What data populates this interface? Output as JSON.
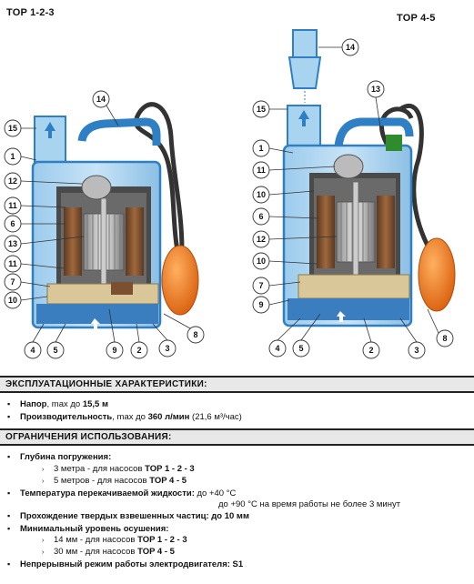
{
  "diagram": {
    "title_left": "TOP 1-2-3",
    "title_right": "TOP 4-5",
    "callouts_left": [
      "15",
      "1",
      "12",
      "11",
      "6",
      "13",
      "11",
      "7",
      "10",
      "14",
      "4",
      "5",
      "9",
      "2",
      "3",
      "8"
    ],
    "callouts_right": [
      "14",
      "13",
      "15",
      "1",
      "11",
      "10",
      "6",
      "12",
      "10",
      "7",
      "9",
      "4",
      "5",
      "2",
      "3",
      "8"
    ]
  },
  "section1": {
    "heading": "ЭКСПЛУАТАЦИОННЫЕ   ХАРАКТЕРИСТИКИ:",
    "items": [
      {
        "label": "Напор",
        "value_prefix": ", max до ",
        "value_bold": "15,5 м",
        "value_suffix": ""
      },
      {
        "label": "Производительность",
        "value_prefix": ", max до ",
        "value_bold": "360 л/мин",
        "value_suffix": " (21,6 м³/час)"
      }
    ]
  },
  "section2": {
    "heading": "ОГРАНИЧЕНИЯ  ИСПОЛЬЗОВАНИЯ:",
    "depth": {
      "label": "Глубина погружения:",
      "lines": [
        {
          "text": "3 метра  - для насосов ",
          "bold": "TOP 1 - 2 - 3"
        },
        {
          "text": "5 метров - для насосов ",
          "bold": "TOP 4 - 5"
        }
      ]
    },
    "temp": {
      "label": "Температура перекачиваемой жидкости:",
      "value": " до +40 °С",
      "line2": "до +90 °С на время работы не более 3 минут"
    },
    "solids": {
      "label": "Прохождение твердых взвешенных частиц:",
      "value": " до 10 мм"
    },
    "drain": {
      "label": "Минимальный уровень осушения:",
      "lines": [
        {
          "text": "14 мм - для насосов ",
          "bold": "TOP 1 - 2 - 3"
        },
        {
          "text": "30 мм - для насосов ",
          "bold": "TOP 4 - 5"
        }
      ]
    },
    "duty": {
      "label": "Непрерывный режим работы электродвигателя:",
      "value": " S1"
    }
  },
  "colors": {
    "pump_blue": "#2f7fc4",
    "light_blue": "#a8d4f0",
    "float_orange": "#e8741e",
    "dark_gray": "#4a4a4a"
  }
}
